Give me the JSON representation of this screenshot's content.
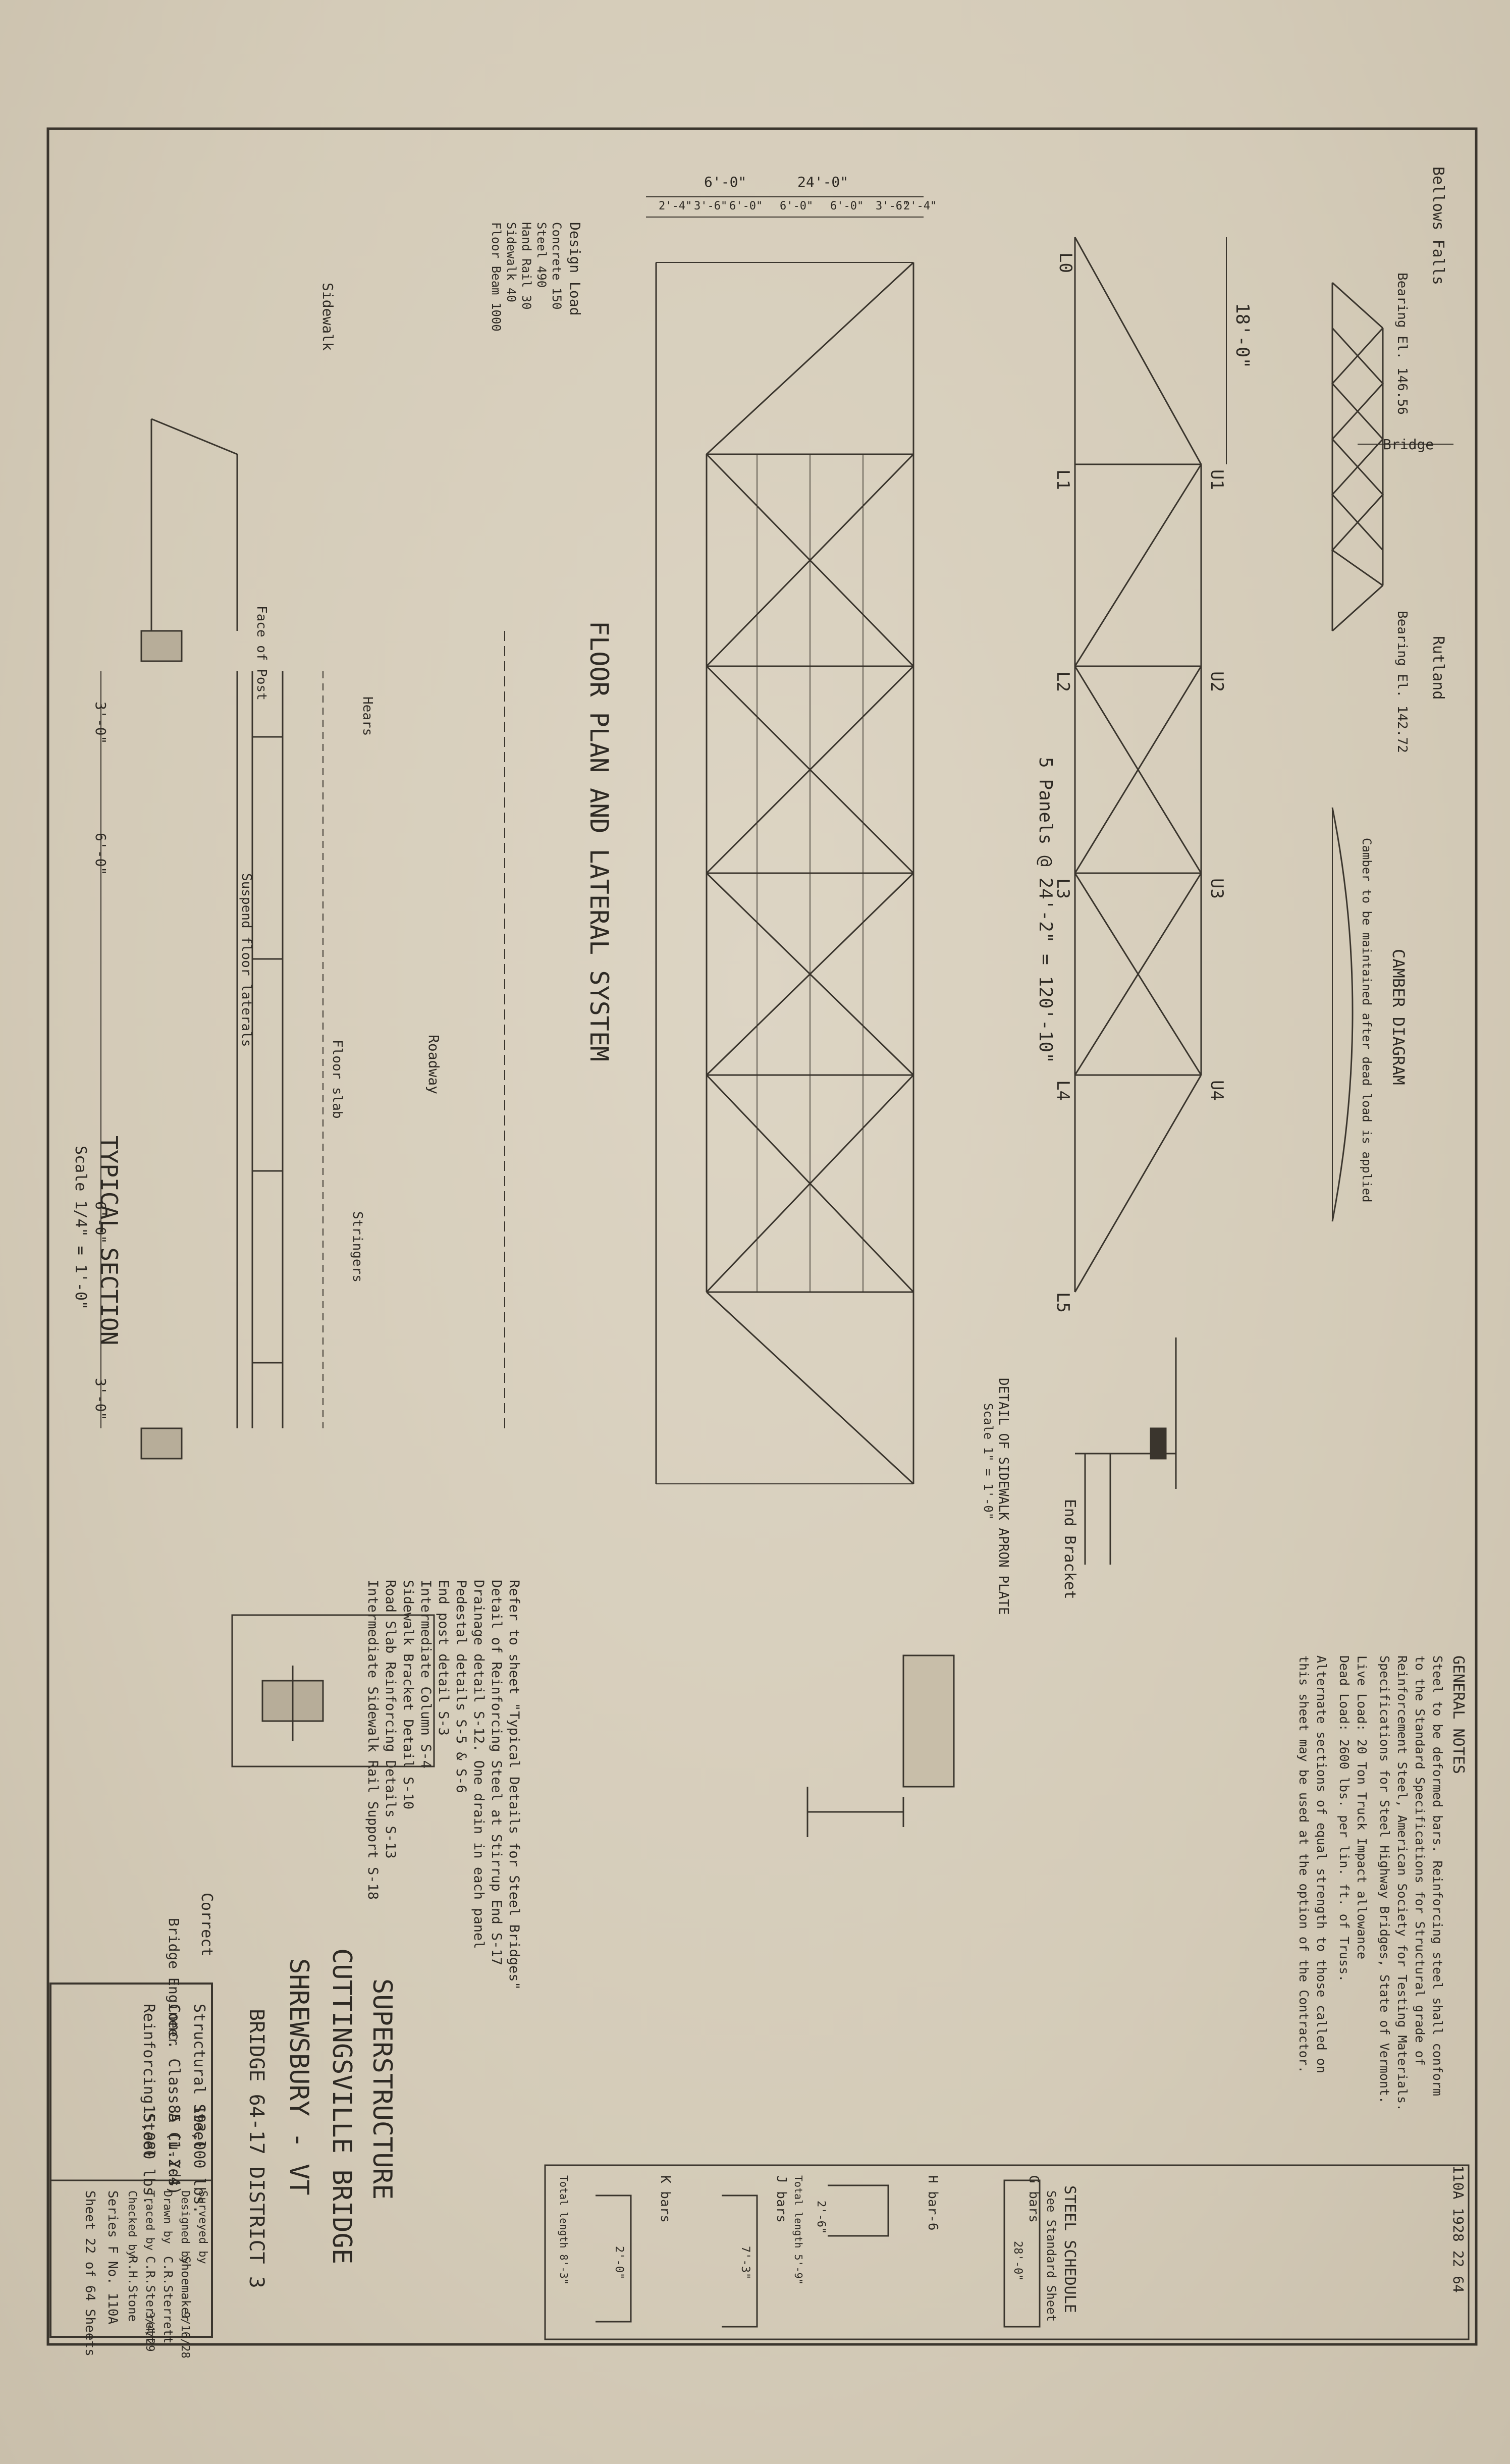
{
  "title_block": {
    "line1": "SUPERSTRUCTURE",
    "line2": "CUTTINGSVILLE BRIDGE",
    "line3": "SHREWSBURY - VT",
    "line4": "BRIDGE 64-17 DISTRICT 3",
    "correct": "Correct",
    "engineer": "Bridge Engineer",
    "quantities": [
      {
        "item": "Structural Steel",
        "value": "193,000 lbs."
      },
      {
        "item": "Conc. Class A (1-2-4)",
        "value": "85 Cu.Yds."
      },
      {
        "item": "Reinforcing Steel",
        "value": "15,080 lbs."
      }
    ],
    "signatures": [
      {
        "label": "Surveyed by",
        "value": ""
      },
      {
        "label": "Designed by",
        "value": "Shoemaker"
      },
      {
        "label": "Drawn by",
        "value": "C.R.Sterrett"
      },
      {
        "label": "Traced by",
        "value": "C.R.Sterrett"
      },
      {
        "label": "Checked by",
        "value": "R.H.Stone"
      }
    ],
    "date1": "9/16/28",
    "date2": "3/4/29",
    "series": "Series F",
    "no": "No. 110A",
    "sheet": "Sheet 22 of 64 Sheets",
    "stamp": "110A 1928 22 64"
  },
  "views": {
    "floor_plan": "FLOOR PLAN AND LATERAL SYSTEM",
    "typical_section": "TYPICAL SECTION",
    "typical_section_scale": "Scale 1/4\" = 1'-0\"",
    "camber": "CAMBER DIAGRAM",
    "camber_note": "Camber to be maintained after dead load is applied",
    "end_bracket": "End Bracket",
    "sidewalk_detail": "DETAIL OF SIDEWALK APRON PLATE",
    "sidewalk_scale": "Scale 1\" = 1'-0\""
  },
  "truss": {
    "panels": "5 Panels @ 24'-2\" = 120'-10\"",
    "span_left": "18'-0\"",
    "nodes": [
      "L0",
      "U1",
      "U2",
      "U3",
      "U4",
      "L1",
      "L2",
      "L3",
      "L4",
      "L5"
    ]
  },
  "plan_dims": [
    "6'-0\"",
    "24'-0\"",
    "2'-4\"",
    "3'-6\"",
    "6'-0\"",
    "6'-0\"",
    "6'-0\"",
    "3'-6\"",
    "2'-4\""
  ],
  "section": {
    "dims": [
      "3'-0\"",
      "6'-0\"",
      "6'-0\"",
      "3'-0\""
    ],
    "labels": [
      "Sidewalk",
      "Roadway",
      "Face of Post",
      "Floor slab",
      "Stringers",
      "Suspend floor laterals",
      "Hears"
    ]
  },
  "general_notes": {
    "heading": "GENERAL NOTES",
    "lines": [
      "Steel to be deformed bars. Reinforcing steel shall conform",
      "to the Standard Specifications for Structural grade of",
      "Reinforcement Steel, American Society for Testing Materials.",
      "Specifications for Steel Highway Bridges, State of Vermont.",
      "Live Load: 20 Ton Truck  Impact allowance",
      "Dead Load: 2600 lbs. per lin. ft. of Truss.",
      "Alternate sections of equal strength to those called on",
      "this sheet may be used at the option of the Contractor."
    ]
  },
  "refer": {
    "lines": [
      "Refer to sheet \"Typical Details for Steel Bridges\"",
      "Detail of Reinforcing Steel at Stirrup End S-17",
      "Drainage detail S-12. One drain in each panel",
      "Pedestal details S-5 & S-6",
      "End post detail S-3",
      "Intermediate Column S-4",
      "Sidewalk Bracket Detail S-10",
      "Road Slab Reinforcing Details S-13",
      "Intermediate Sidewalk Rail Support S-18"
    ]
  },
  "steel_schedule": {
    "heading": "STEEL SCHEDULE",
    "sub": "See Standard Sheet",
    "bars": [
      "G bars",
      "H bar-6",
      "J bars",
      "K bars"
    ],
    "dims": [
      "28'-0\"",
      "2'-6\"",
      "7'-3\"",
      "2'-0\"",
      "Total length 5'-9\"",
      "Total length 8'-3\""
    ]
  },
  "design_load": {
    "heading": "Design Load",
    "items": [
      "Concrete 150",
      "Steel 490",
      "Hand Rail 30",
      "Sidewalk 40",
      "Floor Beam 1000"
    ]
  },
  "elevations": {
    "top_label": "Bellows Falls",
    "bottom_label": "Rutland",
    "bearing1": "Bearing El. 146.56",
    "bearing2": "Bearing El. 142.72",
    "bridge": "Bridge"
  }
}
